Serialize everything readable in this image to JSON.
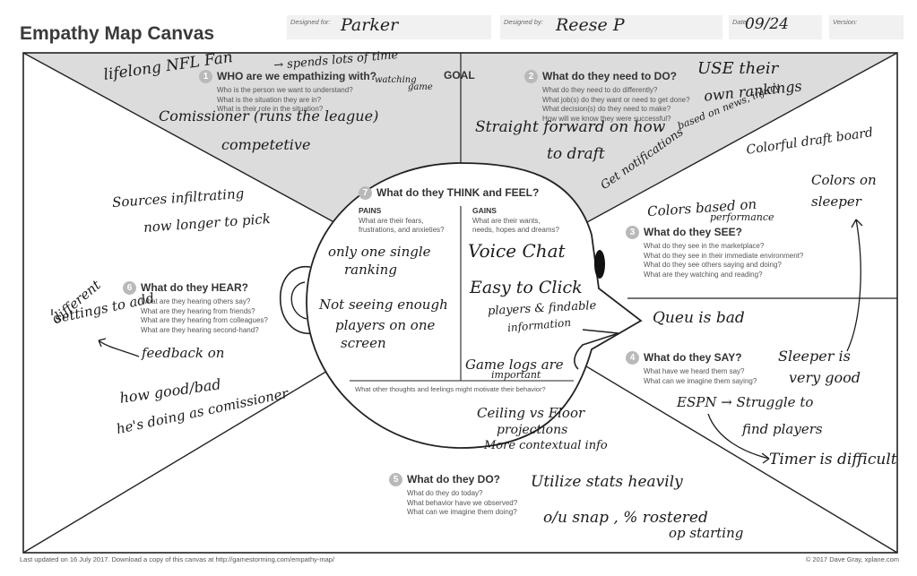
{
  "header": {
    "title": "Empathy Map Canvas",
    "designed_for_label": "Designed for:",
    "designed_for_value": "Parker",
    "designed_by_label": "Designed by:",
    "designed_by_value": "Reese P",
    "date_label": "Date:",
    "date_value": "09/24",
    "version_label": "Version:",
    "version_value": ""
  },
  "sections": {
    "who": {
      "num": "1",
      "title": "WHO are we empathizing with?",
      "questions": [
        "Who is the person we want to understand?",
        "What is the situation they are in?",
        "What is their role in the situation?"
      ]
    },
    "goal": {
      "label": "GOAL"
    },
    "do_need": {
      "num": "2",
      "title": "What do they need to DO?",
      "questions": [
        "What do they need to do differently?",
        "What job(s) do they want or need to get done?",
        "What decision(s) do they need to make?",
        "How will we know they were successful?"
      ]
    },
    "see": {
      "num": "3",
      "title": "What do they SEE?",
      "questions": [
        "What do they see in the marketplace?",
        "What do they see in their immediate environment?",
        "What do they see others saying and doing?",
        "What are they watching and reading?"
      ]
    },
    "say": {
      "num": "4",
      "title": "What do they SAY?",
      "questions": [
        "What have we heard them say?",
        "What can we imagine them saying?"
      ]
    },
    "do_today": {
      "num": "5",
      "title": "What do they DO?",
      "questions": [
        "What do they do today?",
        "What behavior have we observed?",
        "What can we imagine them doing?"
      ]
    },
    "hear": {
      "num": "6",
      "title": "What do they HEAR?",
      "questions": [
        "What are they hearing others say?",
        "What are they hearing from friends?",
        "What are they hearing from colleagues?",
        "What are they hearing second-hand?"
      ]
    },
    "think": {
      "num": "7",
      "title": "What do they THINK and FEEL?",
      "pains_label": "PAINS",
      "pains_questions": [
        "What are their fears,",
        "frustrations, and anxieties?"
      ],
      "gains_label": "GAINS",
      "gains_questions": [
        "What are their wants,",
        "needs, hopes and dreams?"
      ],
      "other": "What other thoughts and feelings might motivate their behavior?"
    }
  },
  "notes": {
    "who": [
      "lifelong NFL Fan",
      "→ spends lots of time",
      "watching",
      "game",
      "Comissioner (runs the league)",
      "competetive"
    ],
    "do_need": [
      "USE their",
      "own rankings",
      "based on news, injury",
      "Straight forward on how",
      "to draft",
      "Get notifications",
      "Colorful draft board"
    ],
    "see": [
      "Colors based on",
      "performance",
      "Colors on",
      "sleeper"
    ],
    "say": [
      "Queu is bad",
      "Sleeper is",
      "very good",
      "ESPN → Struggle to",
      "find players",
      "Timer is difficult"
    ],
    "do_today": [
      "Utilize stats heavily",
      "o/u snap , % rostered",
      "op starting"
    ],
    "hear": [
      "Sources infiltrating",
      "now longer to pick",
      "different",
      "settings to add",
      "feedback on",
      "how good/bad",
      "he's doing as comissioner"
    ],
    "pains": [
      "only one single",
      "ranking",
      "Not seeing enough",
      "players on one",
      "screen"
    ],
    "gains": [
      "Voice Chat",
      "Easy to Click",
      "players & findable",
      "information",
      "Game logs are",
      "important",
      "Ceiling vs Floor",
      "projections",
      "More contextual info"
    ]
  },
  "footer": {
    "left": "Last updated on 16 July 2017. Download a copy of this canvas at http://gamestorming.com/empathy-map/",
    "right": "© 2017 Dave Gray, xplane.com"
  }
}
